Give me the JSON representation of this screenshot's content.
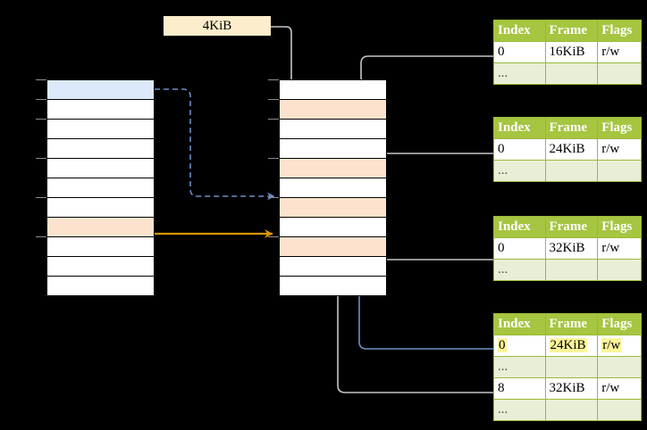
{
  "diagram": {
    "title_label": "4KiB",
    "left_column": {
      "name": "virtual-address-space",
      "rows": [
        {
          "fill": "blue"
        },
        {
          "fill": "white"
        },
        {
          "fill": "white"
        },
        {
          "fill": "white"
        },
        {
          "fill": "white"
        },
        {
          "fill": "white"
        },
        {
          "fill": "white"
        },
        {
          "fill": "peach"
        },
        {
          "fill": "white"
        },
        {
          "fill": "white"
        },
        {
          "fill": "white"
        }
      ]
    },
    "middle_column": {
      "name": "physical-memory",
      "rows": [
        {
          "fill": "white"
        },
        {
          "fill": "peach"
        },
        {
          "fill": "white"
        },
        {
          "fill": "white"
        },
        {
          "fill": "peach"
        },
        {
          "fill": "white"
        },
        {
          "fill": "peach"
        },
        {
          "fill": "white"
        },
        {
          "fill": "peach"
        },
        {
          "fill": "white"
        },
        {
          "fill": "white"
        }
      ]
    },
    "tables": [
      {
        "name": "page-table-level-1",
        "headers": [
          "Index",
          "Frame",
          "Flags"
        ],
        "rows": [
          {
            "cells": [
              "0",
              "16KiB",
              "r/w"
            ],
            "ellipsis": false,
            "highlight": false
          },
          {
            "cells": [
              "...",
              "",
              ""
            ],
            "ellipsis": true,
            "highlight": false
          }
        ]
      },
      {
        "name": "page-table-level-2",
        "headers": [
          "Index",
          "Frame",
          "Flags"
        ],
        "rows": [
          {
            "cells": [
              "0",
              "24KiB",
              "r/w"
            ],
            "ellipsis": false,
            "highlight": false
          },
          {
            "cells": [
              "...",
              "",
              ""
            ],
            "ellipsis": true,
            "highlight": false
          }
        ]
      },
      {
        "name": "page-table-level-3",
        "headers": [
          "Index",
          "Frame",
          "Flags"
        ],
        "rows": [
          {
            "cells": [
              "0",
              "32KiB",
              "r/w"
            ],
            "ellipsis": false,
            "highlight": false
          },
          {
            "cells": [
              "...",
              "",
              ""
            ],
            "ellipsis": true,
            "highlight": false
          }
        ]
      },
      {
        "name": "page-table-level-4",
        "headers": [
          "Index",
          "Frame",
          "Flags"
        ],
        "rows": [
          {
            "cells": [
              "0",
              "24KiB",
              "r/w"
            ],
            "ellipsis": false,
            "highlight": true
          },
          {
            "cells": [
              "...",
              "",
              ""
            ],
            "ellipsis": true,
            "highlight": false
          },
          {
            "cells": [
              "8",
              "32KiB",
              "r/w"
            ],
            "ellipsis": false,
            "highlight": false
          },
          {
            "cells": [
              "...",
              "",
              ""
            ],
            "ellipsis": true,
            "highlight": false
          }
        ]
      }
    ],
    "colors": {
      "table_header": "#a6c540",
      "table_border": "#9ab93a",
      "ellipsis_row": "#e9efd6",
      "highlight_yellow": "#fbf59a",
      "cell_blue": "#dce9fb",
      "cell_peach": "#fde3cd",
      "label_box": "#fceecd",
      "arrow_orange": "#d99400",
      "arrow_blue": "#6c8fc7",
      "wire_gray": "#c6c6c6",
      "background": "#000000"
    }
  }
}
